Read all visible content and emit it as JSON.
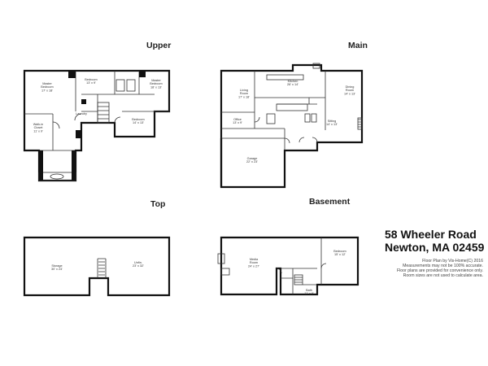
{
  "floors": {
    "upper": {
      "title": "Upper",
      "rooms": {
        "master_bedroom": {
          "name": "Master\nBedroom",
          "dims": "17' x 18'"
        },
        "bedroom_1": {
          "name": "Bedroom",
          "dims": "13' x 9'"
        },
        "master_bedroom_2": {
          "name": "Master\nBedroom",
          "dims": "18' x 13'"
        },
        "walk_in_closet": {
          "name": "Walk-in\nCloset",
          "dims": "11' x 9'"
        },
        "laundry": {
          "name": "Laundry",
          "dims": ""
        },
        "bedroom_2": {
          "name": "Bedroom",
          "dims": "14' x 13'"
        }
      }
    },
    "main": {
      "title": "Main",
      "rooms": {
        "living_room": {
          "name": "Living\nRoom",
          "dims": "17' x 18'"
        },
        "kitchen": {
          "name": "Kitchen",
          "dims": "26' x 14'"
        },
        "dining_room": {
          "name": "Dining\nRoom",
          "dims": "14' x 13'"
        },
        "office": {
          "name": "Office",
          "dims": "13' x 9'"
        },
        "sitting": {
          "name": "Sitting",
          "dims": "14' x 13'"
        },
        "garage": {
          "name": "Garage",
          "dims": "22' x 23'"
        }
      }
    },
    "top": {
      "title": "Top",
      "rooms": {
        "storage": {
          "name": "Storage",
          "dims": "30' x 24'"
        },
        "unfinished": {
          "name": "Unfin.",
          "dims": "23' x 32'"
        }
      }
    },
    "basement": {
      "title": "Basement",
      "rooms": {
        "media_room": {
          "name": "Media\nRoom",
          "dims": "24' x 27'"
        },
        "bedroom": {
          "name": "Bedroom",
          "dims": "15' x 12'"
        },
        "bath": {
          "name": "Bath",
          "dims": "11' x 9'"
        }
      }
    }
  },
  "address": {
    "street": "58 Wheeler Road",
    "city": "Newton, MA 02459"
  },
  "notes": [
    "Floor Plan by Vis-Home(C) 2016",
    "Measurements may not be 100% accurate.",
    "Floor plans are provided for convenience only.",
    "Room sizes are not used to calculate area."
  ]
}
